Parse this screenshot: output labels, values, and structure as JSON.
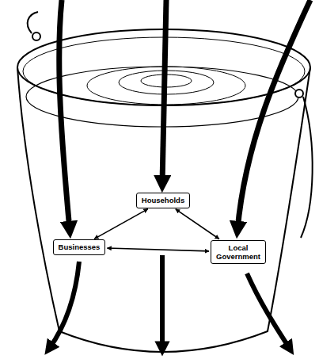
{
  "diagram": {
    "nodes": [
      {
        "text": [
          "Households"
        ]
      },
      {
        "text": [
          "Businesses"
        ]
      },
      {
        "text": [
          "Local Government"
        ]
      }
    ],
    "edges": [
      {
        "from": 0,
        "to": 1,
        "arrow": "both"
      },
      {
        "from": 0,
        "to": 2,
        "arrow": "both"
      },
      {
        "from": 1,
        "to": 2,
        "arrow": "both"
      }
    ]
  }
}
